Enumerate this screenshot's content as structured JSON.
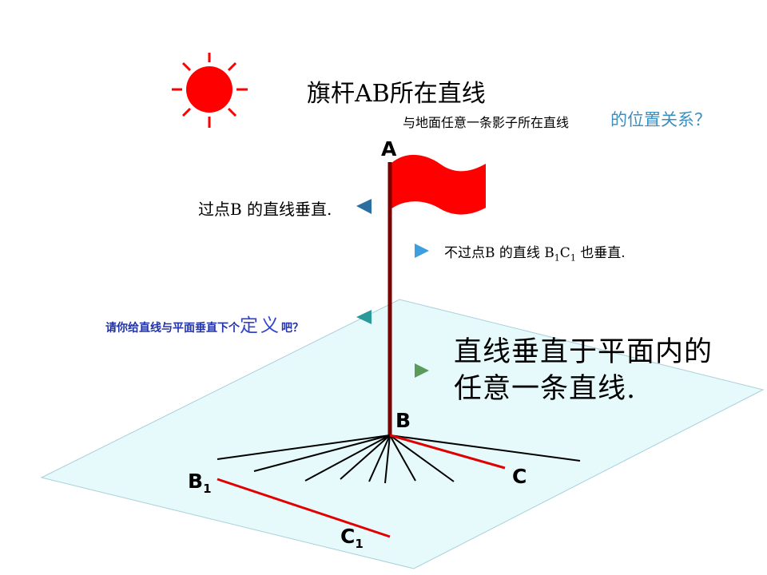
{
  "title": "旗杆AB所在直线",
  "subtitle": "与地面任意一条影子所在直线",
  "question": "的位置关系？",
  "statements": {
    "left1": "过点B 的直线垂直.",
    "right1_a": "不过点B 的直线 B",
    "right1_sub1": "1",
    "right1_c": "C",
    "right1_sub2": "1",
    "right1_b": " 也垂直.",
    "left2_a": "请你给直线与平面垂直下个",
    "left2_big": "定义",
    "left2_b": "吧？",
    "conclusion_line1": "直线垂直于平面内的",
    "conclusion_line2": "任意一条直线."
  },
  "labels": {
    "A": "A",
    "B": "B",
    "C": "C",
    "B1_main": "B",
    "B1_sub": "1",
    "C1_main": "C",
    "C1_sub": "1"
  },
  "colors": {
    "sun": "#ff0000",
    "flag": "#ff0000",
    "pole": "#7a0000",
    "plane_fill": "#e6fafb",
    "plane_stroke": "#a8d0dc",
    "red_lines": "#e00000",
    "arrow_blue": "#2a6fa0",
    "arrow_lightblue": "#3d9fe0",
    "arrow_teal": "#2a9a9a",
    "arrow_green": "#5a9a5a"
  },
  "icons": [
    "sun-icon",
    "flag-icon",
    "arrow-left-icon",
    "arrow-right-icon"
  ]
}
